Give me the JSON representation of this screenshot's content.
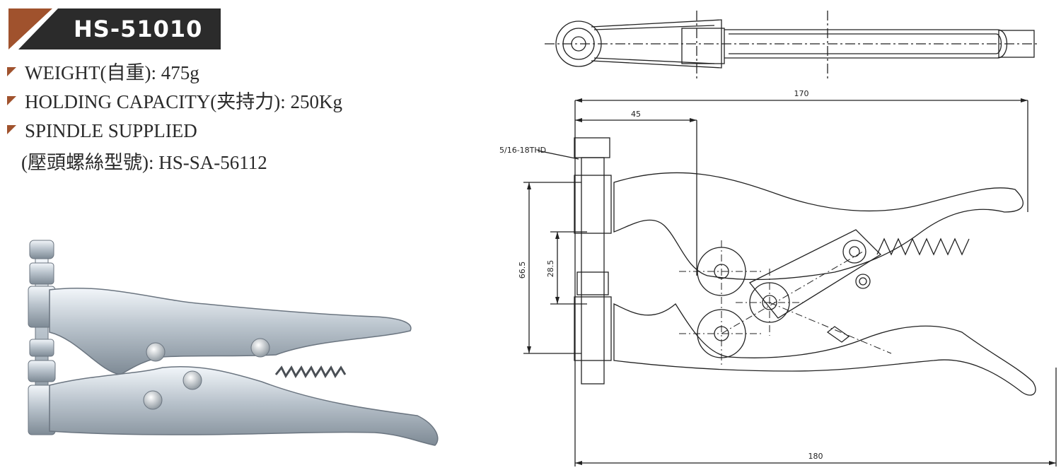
{
  "header": {
    "model": "HS-51010"
  },
  "specs": {
    "weight": "WEIGHT(自重): 475g",
    "capacity": "HOLDING CAPACITY(夹持力): 250Kg",
    "spindle": "SPINDLE SUPPLIED",
    "spindle_model": "(壓頭螺絲型號): HS-SA-56112"
  },
  "drawing": {
    "thread_label": "5/16-18THD",
    "dim_overall_top": "170",
    "dim_45": "45",
    "dim_66_5": "66.5",
    "dim_28_5": "28.5",
    "dim_overall_bottom": "180"
  },
  "colors": {
    "banner_dark": "#2b2b2b",
    "banner_accent": "#a0522d",
    "bullet": "#a0522d"
  }
}
